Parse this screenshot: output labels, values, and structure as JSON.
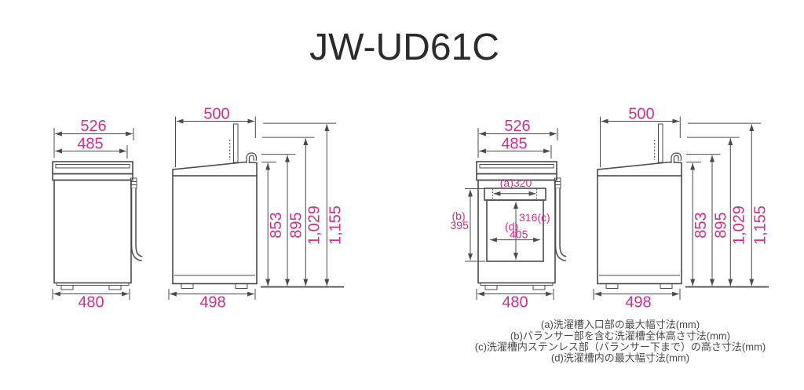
{
  "title": "JW-UD61C",
  "colors": {
    "dimension_text": "#d52e87",
    "drawing_line": "#4b4b4b",
    "note_text": "#4a4a4a",
    "title_text": "#2b2b2b",
    "background": "#ffffff"
  },
  "front_view": {
    "top_width": "526",
    "lid_width": "485",
    "base_width": "480"
  },
  "side_view": {
    "top_depth": "500",
    "base_depth": "498",
    "heights": [
      "853",
      "895",
      "1,029",
      "1,155"
    ]
  },
  "tub": {
    "a_value": "(a)320",
    "b_label": "(b)",
    "b_value": "395",
    "c_value": "316(c)",
    "d_label": "(d)",
    "d_value": "405"
  },
  "notes": [
    "(a)洗濯槽入口部の最大幅寸法(mm)",
    "(b)バランサー部を含む洗濯槽全体高さ寸法(mm)",
    "(c)洗濯槽内ステンレス部（バランサー下まで）の高さ寸法(mm)",
    "(d)洗濯槽内の最大幅寸法(mm)"
  ]
}
